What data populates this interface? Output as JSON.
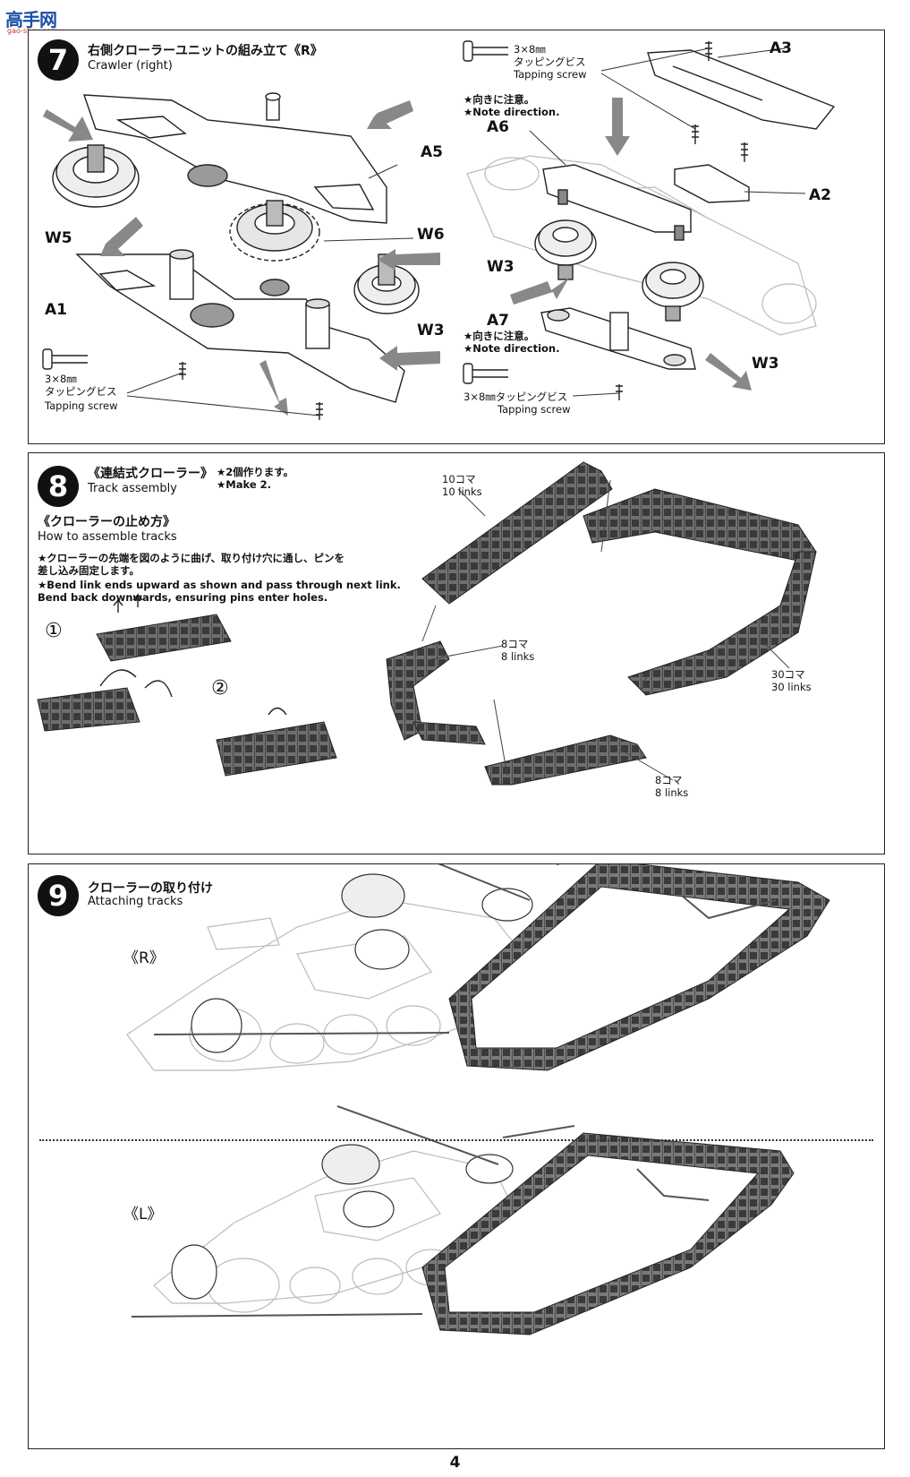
{
  "site_logo": {
    "text": "高手网",
    "sub": "gao-shou.com"
  },
  "step7": {
    "number": "7",
    "title_jp": "右側クローラーユニットの組み立て《R》",
    "title_en": "Crawler (right)",
    "screw_jp": "3×8㎜\nタッピングビス",
    "screw_en": "Tapping screw",
    "screw_right_top_jp": "3×8㎜\nタッピングビス",
    "screw_right_top_en": "Tapping screw",
    "note_top_jp": "★向きに注意。",
    "note_top_en": "★Note direction.",
    "note_mid_jp": "★向きに注意。",
    "note_mid_en": "★Note direction.",
    "screw_right_bottom_jp": "3×8㎜タッピングビス",
    "screw_right_bottom_en": "Tapping screw",
    "labels": {
      "A5": "A5",
      "W5": "W5",
      "W6": "W6",
      "A1": "A1",
      "W3a": "W3",
      "A3": "A3",
      "A6": "A6",
      "A2": "A2",
      "W3b": "W3",
      "A7": "A7",
      "W3c": "W3"
    }
  },
  "step8": {
    "number": "8",
    "title_jp": "《連結式クローラー》",
    "title_en": "Track assembly",
    "make_jp": "★2個作ります。",
    "make_en": "★Make 2.",
    "howto_jp": "《クローラーの止め方》",
    "howto_en": "How to assemble tracks",
    "instr_jp": "★クローラーの先端を図のように曲げ、取り付け穴に通し、ピンを\n差し込み固定します。",
    "instr_en": "★Bend link ends upward as shown and pass through next link.\nBend back downwards, ensuring pins enter holes.",
    "sub1": "①",
    "sub2": "②",
    "links10_jp": "10コマ",
    "links10_en": "10 links",
    "links8a_jp": "8コマ",
    "links8a_en": "8 links",
    "links30_jp": "30コマ",
    "links30_en": "30 links",
    "links8b_jp": "8コマ",
    "links8b_en": "8 links"
  },
  "step9": {
    "number": "9",
    "title_jp": "クローラーの取り付け",
    "title_en": "Attaching tracks",
    "right_label": "《R》",
    "left_label": "《L》"
  },
  "page_number": "4"
}
